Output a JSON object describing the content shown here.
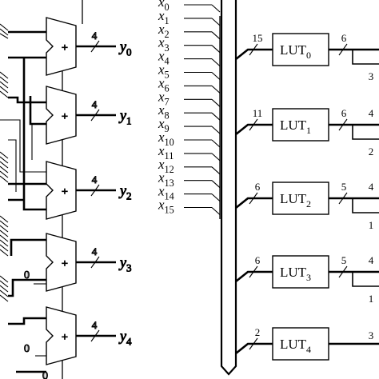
{
  "adders": [
    {
      "op": "+",
      "width": "4",
      "out_var": "y",
      "out_sub": "0",
      "const_in": ""
    },
    {
      "op": "+",
      "width": "4",
      "out_var": "y",
      "out_sub": "1",
      "const_in": ""
    },
    {
      "op": "+",
      "width": "4",
      "out_var": "y",
      "out_sub": "2",
      "const_in": ""
    },
    {
      "op": "+",
      "width": "4",
      "out_var": "y",
      "out_sub": "3",
      "const_in": "0"
    },
    {
      "op": "+",
      "width": "4",
      "out_var": "y",
      "out_sub": "4",
      "const_in": "0"
    }
  ],
  "bottom_const": "0",
  "inputs": {
    "var": "x",
    "subs": [
      "0",
      "1",
      "2",
      "3",
      "4",
      "5",
      "6",
      "7",
      "8",
      "9",
      "10",
      "11",
      "12",
      "13",
      "14",
      "15"
    ]
  },
  "luts": [
    {
      "name": "LUT",
      "sub": "0",
      "in_width": "15",
      "out_width": "6",
      "branch_widths": [
        "",
        "3"
      ]
    },
    {
      "name": "LUT",
      "sub": "1",
      "in_width": "11",
      "out_width": "6",
      "branch_widths": [
        "4",
        "2"
      ]
    },
    {
      "name": "LUT",
      "sub": "2",
      "in_width": "6",
      "out_width": "5",
      "branch_widths": [
        "4",
        "1"
      ]
    },
    {
      "name": "LUT",
      "sub": "3",
      "in_width": "6",
      "out_width": "5",
      "branch_widths": [
        "4",
        "1"
      ]
    },
    {
      "name": "LUT",
      "sub": "4",
      "in_width": "2",
      "out_width": "",
      "branch_widths": [
        "3"
      ]
    }
  ]
}
